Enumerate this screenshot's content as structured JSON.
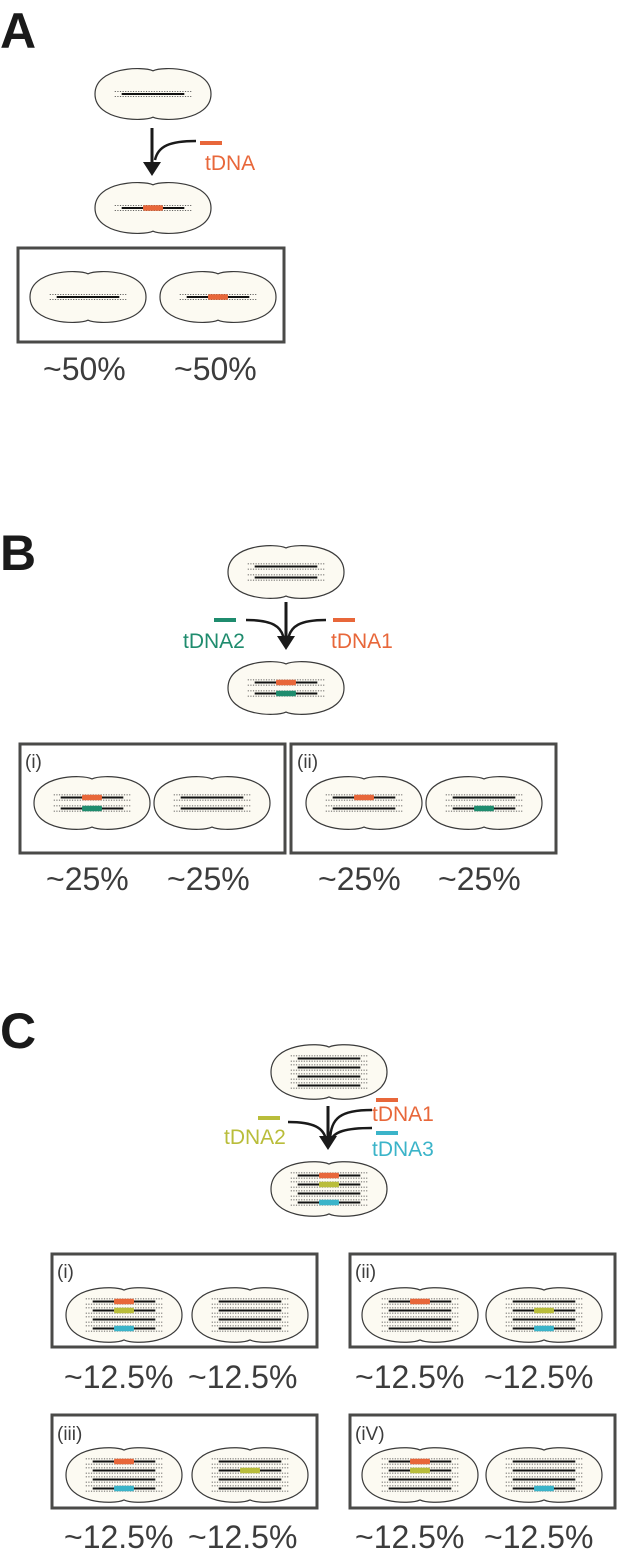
{
  "colors": {
    "tDNA1": "#e8673a",
    "tDNA2_B": "#1f8c6e",
    "tDNA2_C": "#b9bd3a",
    "tDNA3": "#3bb4c9",
    "cell_fill": "#fcfaf2",
    "box_stroke": "#4a4a48"
  },
  "panels": {
    "A": {
      "letter": "A",
      "label_tdna": "tDNA",
      "pct1": "~50%",
      "pct2": "~50%"
    },
    "B": {
      "letter": "B",
      "label_tdna2": "tDNA2",
      "label_tdna1": "tDNA1",
      "box1_label": "(i)",
      "box2_label": "(ii)",
      "pct1": "~25%",
      "pct2": "~25%",
      "pct3": "~25%",
      "pct4": "~25%"
    },
    "C": {
      "letter": "C",
      "label_tdna2": "tDNA2",
      "label_tdna1": "tDNA1",
      "label_tdna3": "tDNA3",
      "box1_label": "(i)",
      "box2_label": "(ii)",
      "box3_label": "(iii)",
      "box4_label": "(iV)",
      "pct_i_left": "~12.5%",
      "pct_i_right": "~12.5%",
      "pct_ii_left": "~12.5%",
      "pct_ii_right": "~12.5%",
      "pct_iii_left": "~12.5%",
      "pct_iii_right": "~12.5%",
      "pct_iv_left": "~12.5%",
      "pct_iv_right": "~12.5%"
    }
  }
}
